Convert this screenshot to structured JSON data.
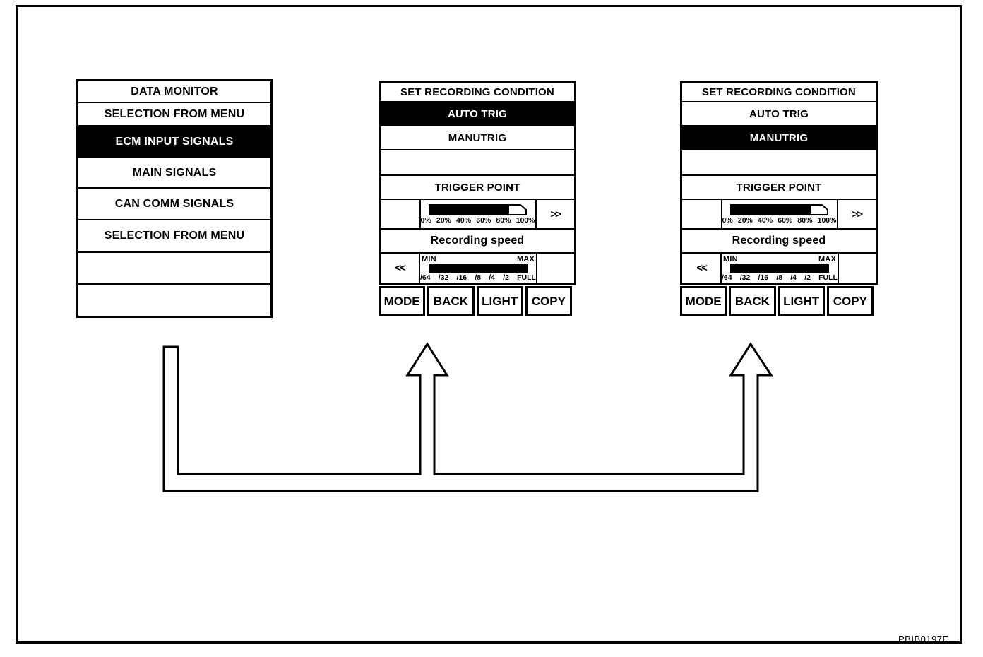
{
  "figure_code": "PBIB0197E",
  "colors": {
    "ink": "#000000",
    "paper": "#ffffff",
    "highlight_bg": "#000000",
    "highlight_text": "#ffffff"
  },
  "data_monitor": {
    "title": "DATA MONITOR",
    "items": [
      "SELECTION FROM MENU",
      "ECM INPUT SIGNALS",
      "MAIN SIGNALS",
      "CAN COMM SIGNALS",
      "SELECTION FROM MENU",
      "",
      ""
    ],
    "selected_item": "ECM INPUT SIGNALS"
  },
  "recording_screens": [
    {
      "title": "SET RECORDING CONDITION",
      "options": [
        "AUTO TRIG",
        "MANUTRIG"
      ],
      "selected_option": "AUTO TRIG",
      "trigger_point": {
        "label": "TRIGGER POINT",
        "ticks": [
          "0%",
          "20%",
          "40%",
          "60%",
          "80%",
          "100%"
        ],
        "fill_percent": 80,
        "forward_button": ">>"
      },
      "recording_speed": {
        "label": "Recording speed",
        "min_label": "MIN",
        "max_label": "MAX",
        "ticks": [
          "/64",
          "/32",
          "/16",
          "/8",
          "/4",
          "/2",
          "FULL"
        ],
        "fill_percent": 100,
        "rewind_button": "<<"
      },
      "function_keys": [
        "MODE",
        "BACK",
        "LIGHT",
        "COPY"
      ]
    },
    {
      "title": "SET RECORDING CONDITION",
      "options": [
        "AUTO TRIG",
        "MANUTRIG"
      ],
      "selected_option": "MANUTRIG",
      "trigger_point": {
        "label": "TRIGGER POINT",
        "ticks": [
          "0%",
          "20%",
          "40%",
          "60%",
          "80%",
          "100%"
        ],
        "fill_percent": 80,
        "forward_button": ">>"
      },
      "recording_speed": {
        "label": "Recording speed",
        "min_label": "MIN",
        "max_label": "MAX",
        "ticks": [
          "/64",
          "/32",
          "/16",
          "/8",
          "/4",
          "/2",
          "FULL"
        ],
        "fill_percent": 100,
        "rewind_button": "<<"
      },
      "function_keys": [
        "MODE",
        "BACK",
        "LIGHT",
        "COPY"
      ]
    }
  ]
}
